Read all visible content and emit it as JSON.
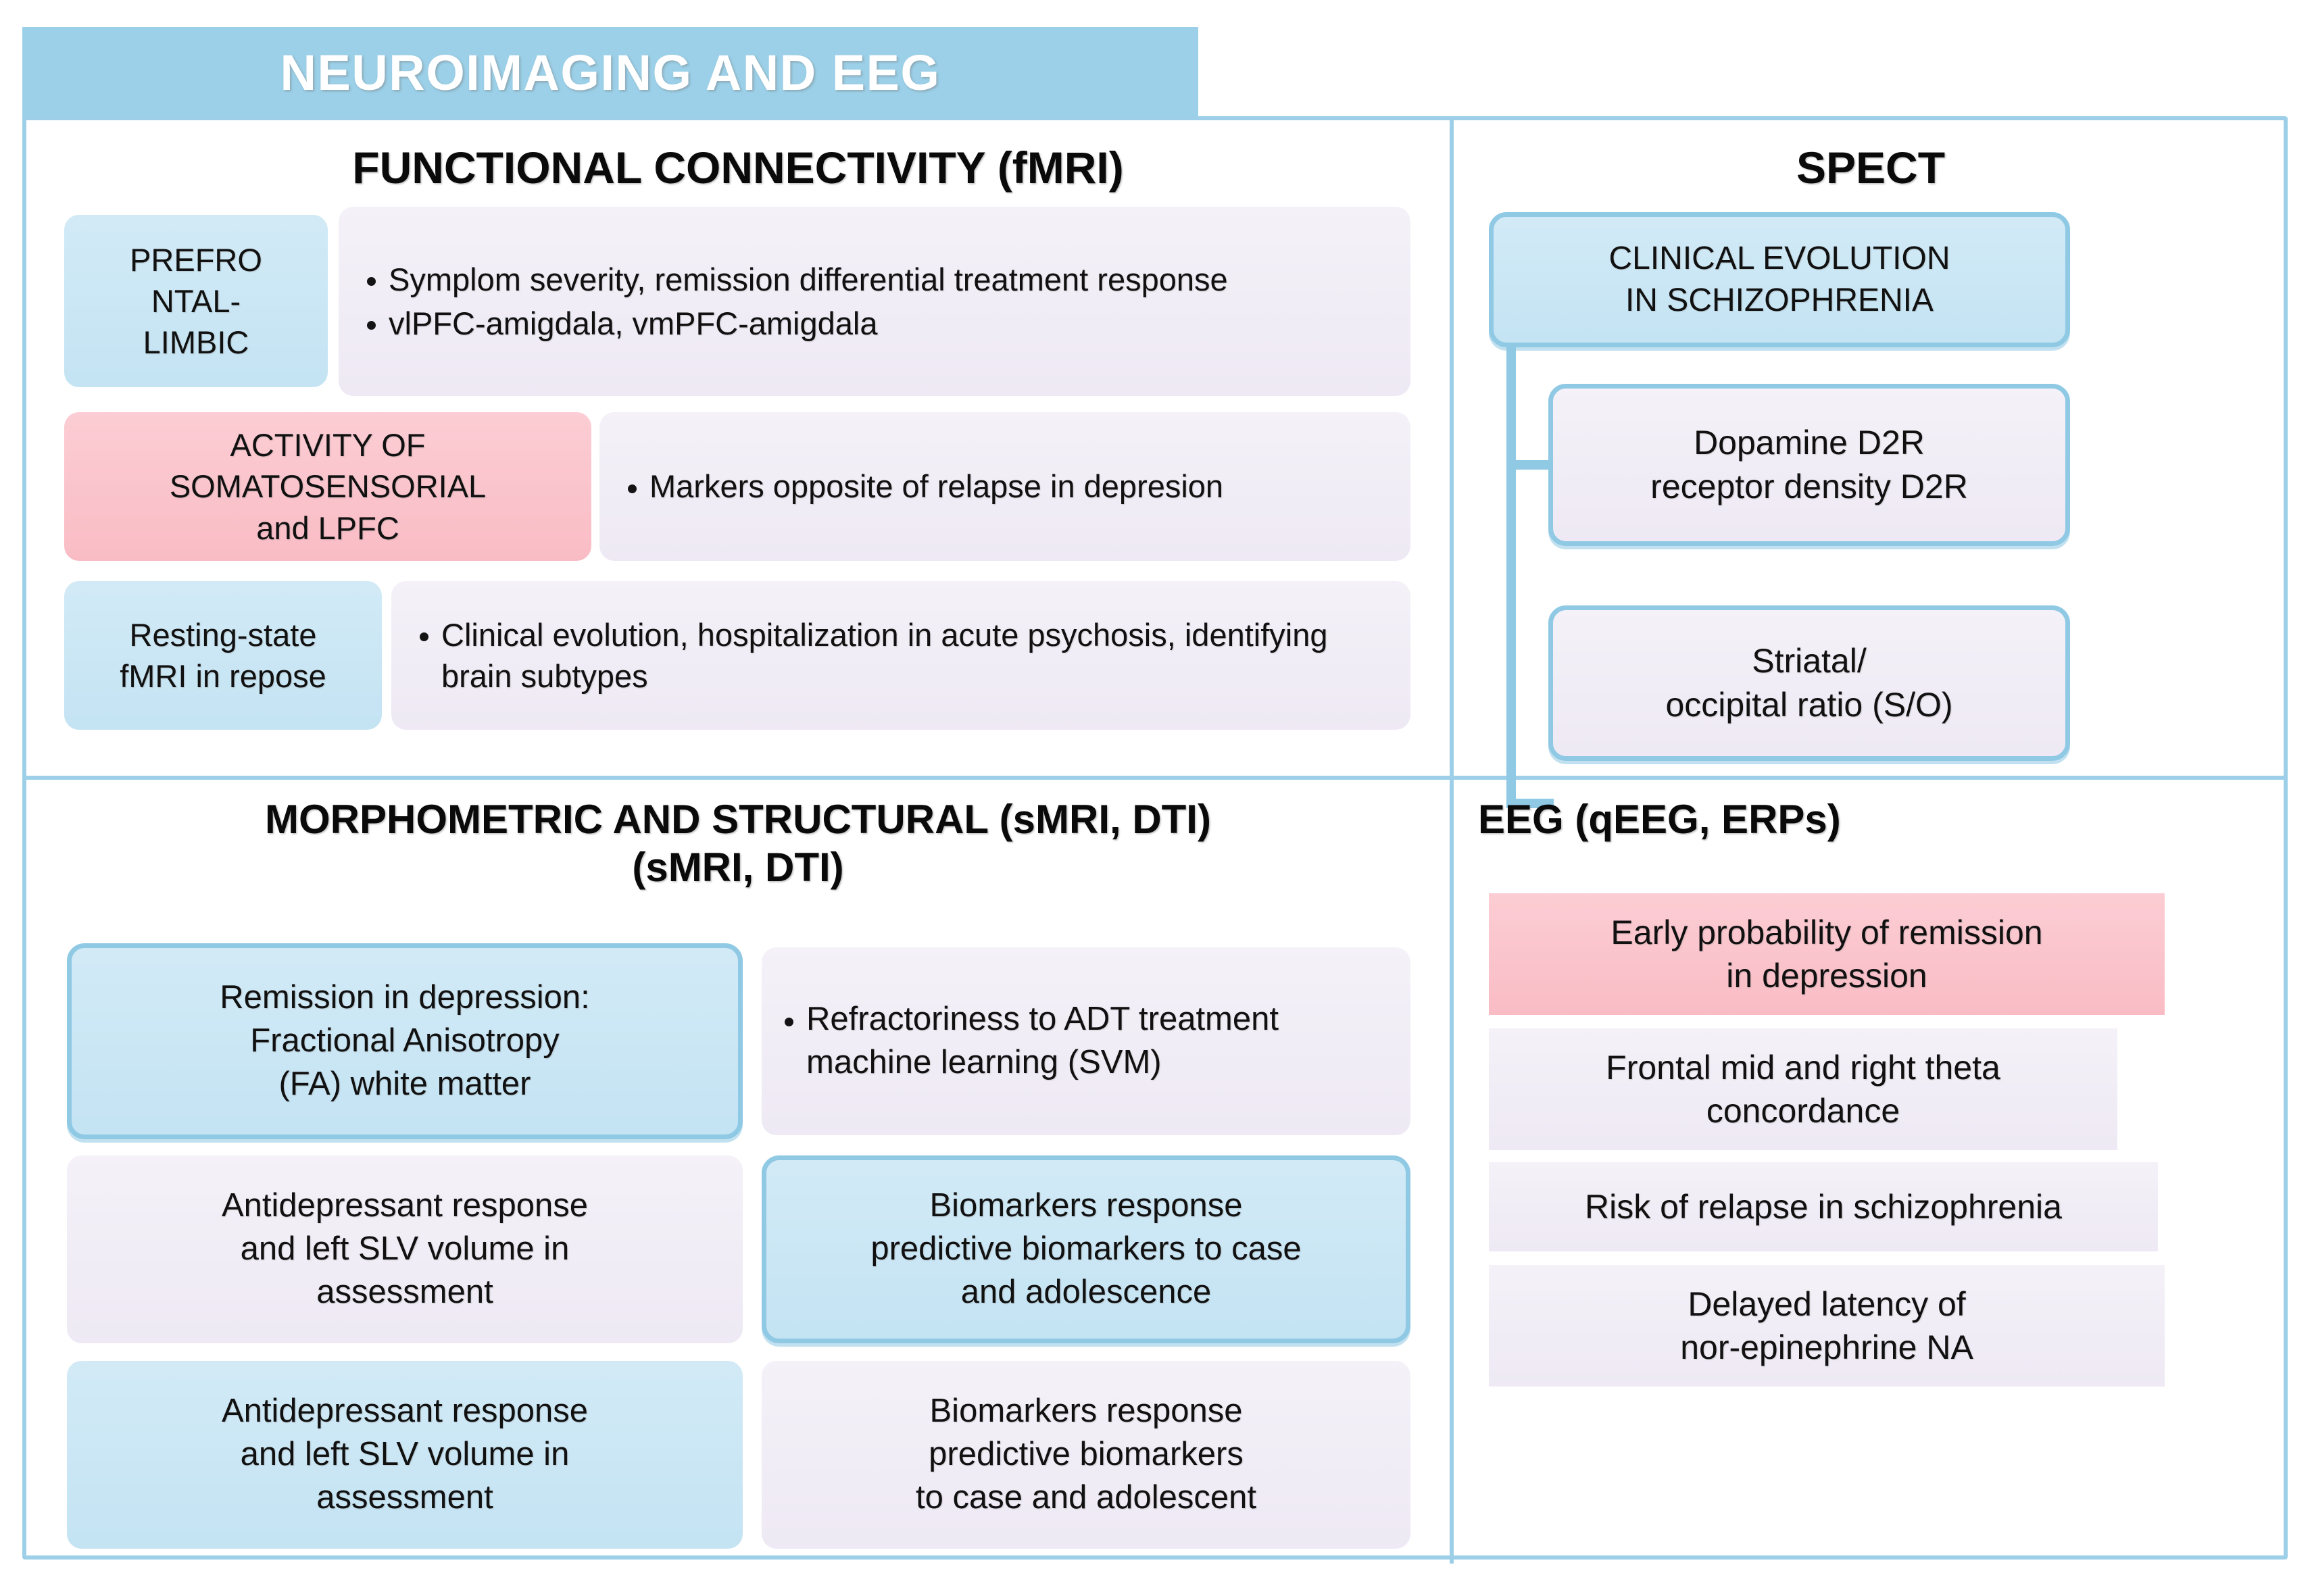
{
  "banner": {
    "title": "NEUROIMAGING AND EEG"
  },
  "sections": {
    "fmri": {
      "title": "FUNCTIONAL CONNECTIVITY (fMRI)",
      "rows": [
        {
          "tag": "PREFRO NTAL- LIMBIC",
          "tag_lines": [
            "PREFRO",
            "NTAL-",
            "LIMBIC"
          ],
          "bullets": [
            "Symplom severity, remission differential treatment response",
            "vlPFC-amigdala, vmPFC-amigdala"
          ]
        },
        {
          "tag": "ACTIVITY OF SOMATOSENSORIAL and LPFC",
          "tag_lines": [
            "ACTIVITY OF",
            "SOMATOSENSORIAL",
            "and LPFC"
          ],
          "bullets": [
            "Markers opposite of relapse in depresion"
          ]
        },
        {
          "tag": "Resting-state fMRI in repose",
          "tag_lines": [
            "Resting-state",
            "fMRI in repose"
          ],
          "bullets": [
            "Clinical evolution, hospitalization in acute psychosis, identifying brain subtypes"
          ]
        }
      ]
    },
    "spect": {
      "title": "SPECT",
      "head": "CLINICAL EVOLUTION IN SCHIZOPHRENIA",
      "head_lines": [
        "CLINICAL EVOLUTION",
        "IN SCHIZOPHRENIA"
      ],
      "children": [
        {
          "label": "Dopamine D2R receptor density D2R",
          "lines": [
            "Dopamine D2R",
            "receptor density D2R"
          ]
        },
        {
          "label": "Striatal/ occipital ratio (S/O)",
          "lines": [
            "Striatal/",
            "occipital ratio (S/O)"
          ]
        }
      ]
    },
    "morphometric": {
      "title_line1": "MORPHOMETRIC AND STRUCTURAL (sMRI, DTI)",
      "title_line2": "(sMRI, DTI)",
      "cards": [
        {
          "text": "Remission in depression: Fractional Anisotropy (FA) white matter",
          "lines": [
            "Remission in depression:",
            "Fractional Anisotropy",
            "(FA) white matter"
          ],
          "style": "blue-outlined"
        },
        {
          "text": "Refractoriness to ADT treatment machine learning (SVM)",
          "lines": [
            "Refractoriness to ADT",
            "treatment machine learning",
            "(SVM)"
          ],
          "style": "lavender-bullet"
        },
        {
          "text": "Antidepressant response and left SLV volume in assessment",
          "lines": [
            "Antidepressant response",
            "and left SLV volume in",
            "assessment"
          ],
          "style": "lavender"
        },
        {
          "text": "Biomarkers response predictive biomarkers to case and adolescence",
          "lines": [
            "Biomarkers response",
            "predictive biomarkers to case",
            "and adolescence"
          ],
          "style": "blue-outlined"
        },
        {
          "text": "Antidepressant response and left SLV volume in assessment",
          "lines": [
            "Antidepressant response",
            "and left SLV volume in",
            "assessment"
          ],
          "style": "blue"
        },
        {
          "text": "Biomarkers response predictive biomarkers to case and adolescent",
          "lines": [
            "Biomarkers response",
            "predictive biomarkers",
            "to case and adolescent"
          ],
          "style": "lavender"
        }
      ]
    },
    "eeg": {
      "title": "EEG (qEEG, ERPs)",
      "items": [
        {
          "text": "Early probability of remission in depression",
          "lines": [
            "Early probability of remission",
            "in depression"
          ],
          "style": "pink"
        },
        {
          "text": "Frontal mid and right theta concordance",
          "lines": [
            "Frontal mid and right theta",
            "concordance"
          ],
          "style": "lavender"
        },
        {
          "text": "Risk of relapse in schizophrenia",
          "lines": [
            "Risk of relapse in schizophrenia"
          ],
          "style": "lavender"
        },
        {
          "text": "Delayed latency of nor-epinephrine NA",
          "lines": [
            "Delayed latency of",
            "nor-epinephrine NA"
          ],
          "style": "lavender"
        }
      ]
    }
  },
  "colors": {
    "accent_blue": "#9dd0e8",
    "banner_blue": "#9bd0e8",
    "box_blue": "#c9e6f4",
    "box_pink": "#fbc6ce",
    "box_lavender": "#f1edf6",
    "border_blue": "#8fc9e4",
    "text": "#111111",
    "banner_text": "#ffffff"
  }
}
